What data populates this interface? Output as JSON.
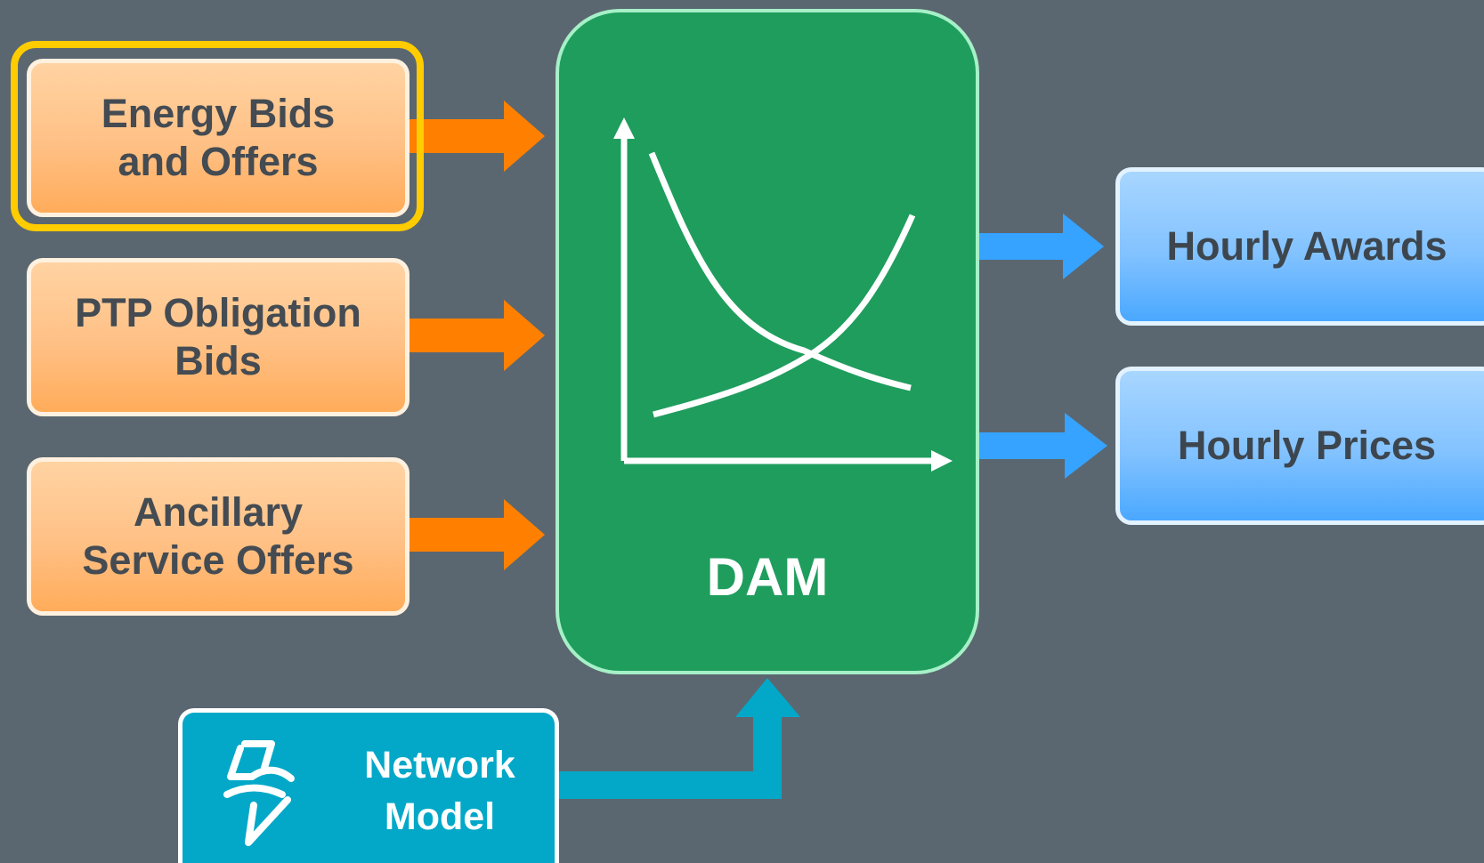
{
  "inputs": {
    "energy_bids": [
      "Energy Bids",
      "and Offers"
    ],
    "ptp_bids": [
      "PTP Obligation",
      "Bids"
    ],
    "ancillary": [
      "Ancillary",
      "Service Offers"
    ]
  },
  "market": {
    "label": "DAM"
  },
  "outputs": {
    "awards": "Hourly Awards",
    "prices": "Hourly Prices"
  },
  "network": {
    "icon": "lightning-flow-icon",
    "label": [
      "Network",
      "Model"
    ]
  },
  "colors": {
    "background": "#5b6770",
    "input_arrow": "#ff8000",
    "output_arrow": "#35a3ff",
    "network_arrow": "#03a8c8",
    "dam": "#1f9d5d",
    "highlight": "#ffcc00"
  }
}
